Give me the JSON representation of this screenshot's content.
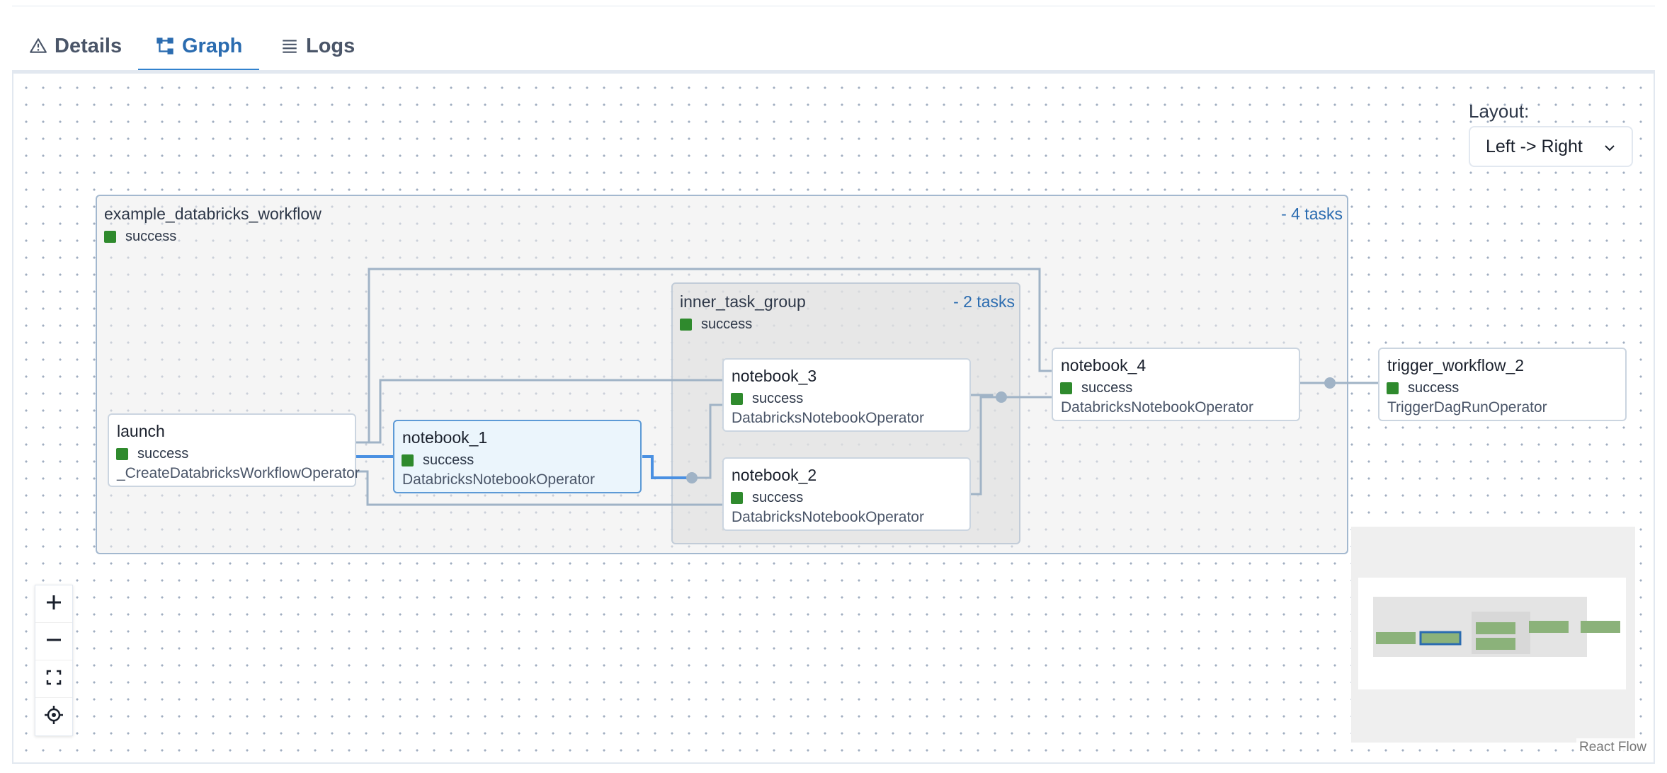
{
  "tabs": [
    {
      "label": "Details",
      "icon": "warning-icon"
    },
    {
      "label": "Graph",
      "icon": "graph-icon"
    },
    {
      "label": "Logs",
      "icon": "list-icon"
    }
  ],
  "active_tab": "Graph",
  "layout": {
    "label": "Layout:",
    "value": "Left -> Right"
  },
  "groups": {
    "outer": {
      "title": "example_databricks_workflow",
      "status": "success",
      "count": "- 4 tasks"
    },
    "inner": {
      "title": "inner_task_group",
      "status": "success",
      "count": "- 2 tasks"
    }
  },
  "nodes": {
    "launch": {
      "title": "launch",
      "status": "success",
      "operator": "_CreateDatabricksWorkflowOperator"
    },
    "notebook_1": {
      "title": "notebook_1",
      "status": "success",
      "operator": "DatabricksNotebookOperator"
    },
    "notebook_3": {
      "title": "notebook_3",
      "status": "success",
      "operator": "DatabricksNotebookOperator"
    },
    "notebook_2": {
      "title": "notebook_2",
      "status": "success",
      "operator": "DatabricksNotebookOperator"
    },
    "notebook_4": {
      "title": "notebook_4",
      "status": "success",
      "operator": "DatabricksNotebookOperator"
    },
    "trigger_workflow_2": {
      "title": "trigger_workflow_2",
      "status": "success",
      "operator": "TriggerDagRunOperator"
    }
  },
  "controls": [
    "zoom-in",
    "zoom-out",
    "fit-view",
    "center"
  ],
  "attribution": "React Flow",
  "colors": {
    "accent": "#3182ce",
    "success": "#2f8a2d",
    "edge": "#a0b3c6",
    "selected_edge": "#4a90e2"
  }
}
